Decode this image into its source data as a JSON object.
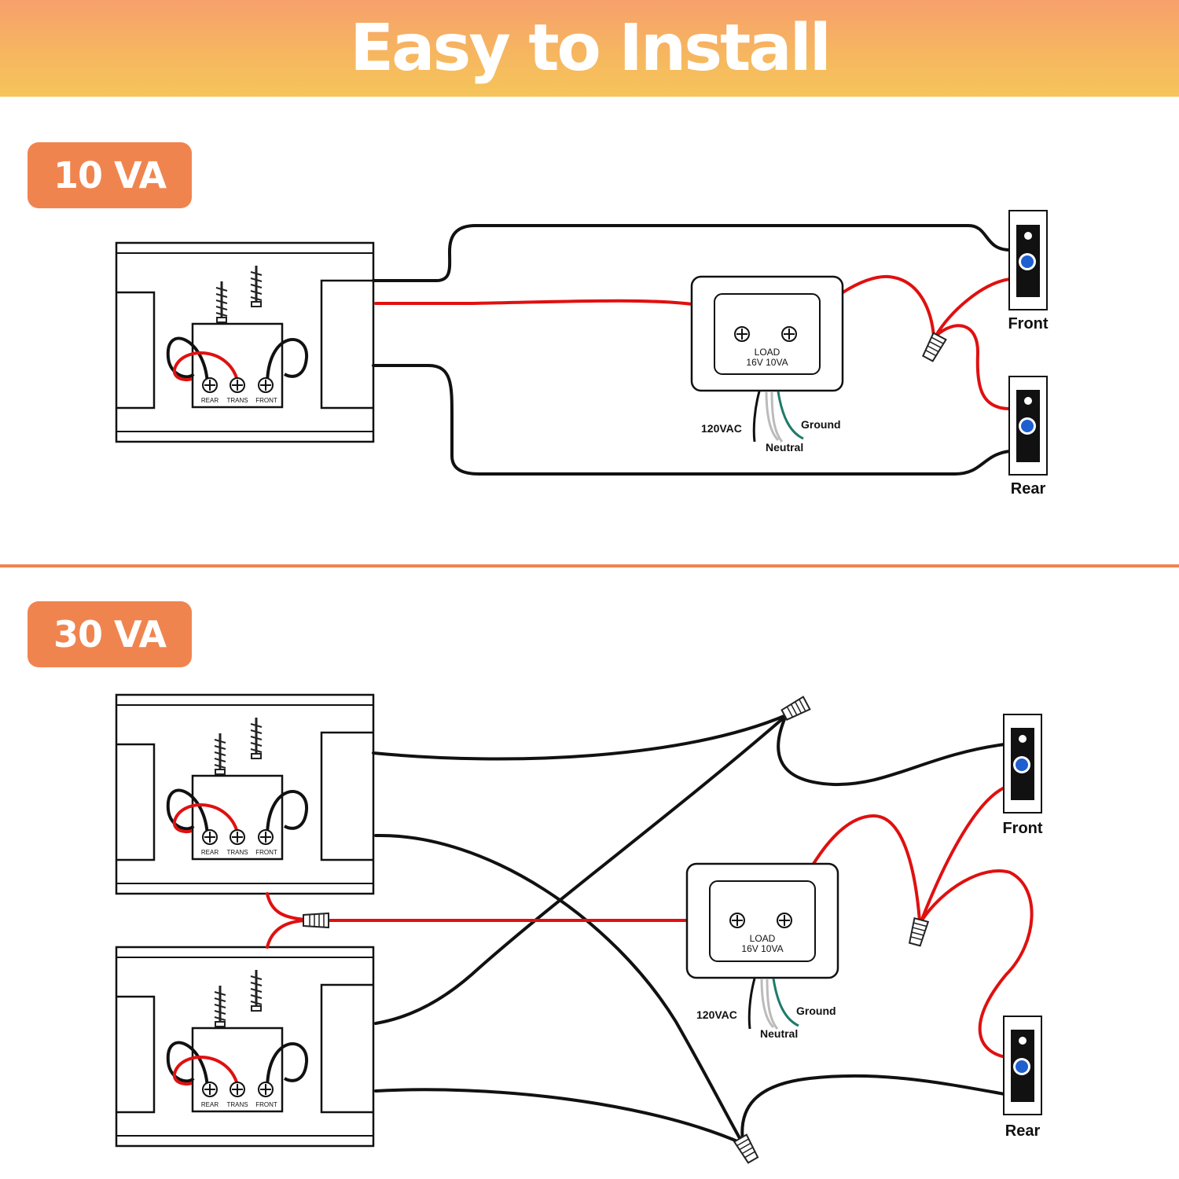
{
  "banner": {
    "title": "Easy to Install"
  },
  "section_10va": {
    "badge": "10 VA",
    "chime_terminals": [
      "REAR",
      "TRANS",
      "FRONT"
    ],
    "transformer": {
      "label1": "LOAD",
      "label2": "16V 10VA",
      "wire_120vac": "120VAC",
      "wire_ground": "Ground",
      "wire_neutral": "Neutral"
    },
    "button_front": "Front",
    "button_rear": "Rear"
  },
  "section_30va": {
    "badge": "30 VA",
    "chime_terminals": [
      "REAR",
      "TRANS",
      "FRONT"
    ],
    "transformer": {
      "label1": "LOAD",
      "label2": "16V 10VA",
      "wire_120vac": "120VAC",
      "wire_ground": "Ground",
      "wire_neutral": "Neutral"
    },
    "button_front": "Front",
    "button_rear": "Rear"
  },
  "colors": {
    "accent": "#f0844f",
    "wire_red": "#e01010",
    "wire_black": "#111111",
    "wire_green": "#1e7a6a"
  }
}
